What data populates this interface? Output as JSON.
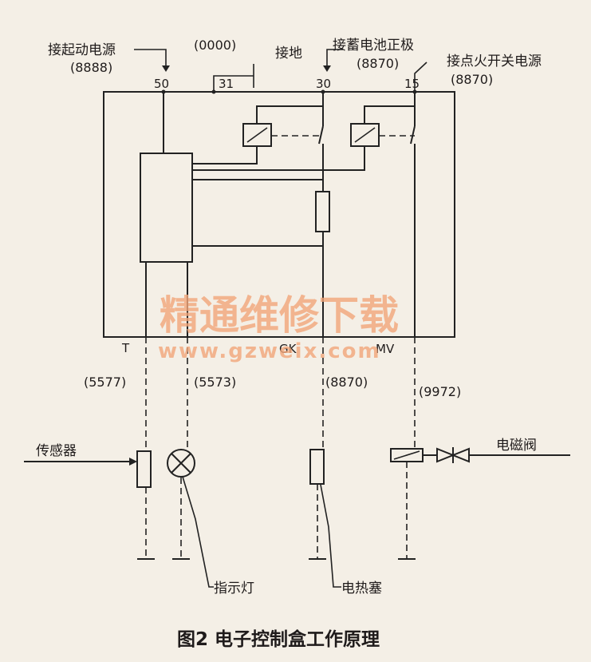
{
  "labels": {
    "start_power": "接起动电源",
    "start_power_code": "(8888)",
    "code_top": "(0000)",
    "ground": "接地",
    "battery_pos": "接蓄电池正极",
    "battery_code": "(8870)",
    "ignition_power": "接点火开关电源",
    "ignition_code": "(8870)"
  },
  "terminals": {
    "t50": "50",
    "t31": "31",
    "t30": "30",
    "t15": "15"
  },
  "bottom_terminals": {
    "t": "T",
    "gk": "GK",
    "mv": "MV"
  },
  "wire_codes": {
    "c1": "(5577)",
    "c2": "(5573)",
    "c3": "(8870)",
    "c4": "(9972)"
  },
  "components": {
    "sensor": "传感器",
    "solenoid_valve": "电磁阀",
    "indicator_lamp": "指示灯",
    "glow_plug": "电热塞"
  },
  "watermark": {
    "line1": "精通维修下载",
    "line2": "www.gzweix.com"
  },
  "caption": "图2  电子控制盒工作原理"
}
